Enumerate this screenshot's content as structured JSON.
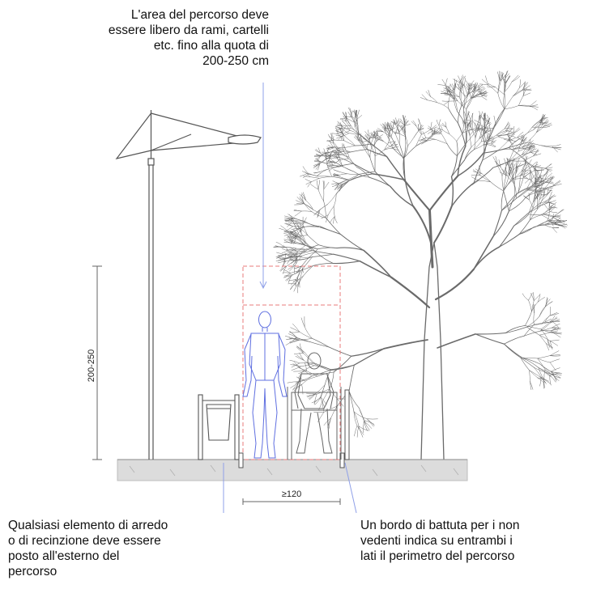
{
  "annotations": {
    "top_note": [
      "L'area del percorso deve",
      "essere libero da rami, cartelli",
      "etc. fino alla quota di",
      "200-250 cm"
    ],
    "bottom_left_note": [
      "Qualsiasi elemento di arredo",
      "o di recinzione deve essere",
      "posto all'esterno del",
      "percorso"
    ],
    "bottom_right_note": [
      "Un bordo di battuta per i non",
      "vedenti indica su entrambi i",
      "lati il perimetro del percorso"
    ]
  },
  "dimensions": {
    "height_label": "200-250",
    "width_label": "≥120"
  },
  "colors": {
    "line": "#555555",
    "clearance_zone": "#e87b7b",
    "standing_figure": "#5f6fe0",
    "ground": "#dcdcdc",
    "leader_line": "#8fa0e8"
  }
}
